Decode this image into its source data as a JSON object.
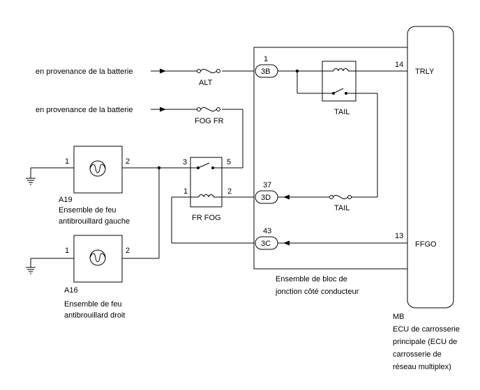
{
  "sources": {
    "battery_1": "en provenance de la batterie",
    "battery_2": "en provenance de la batterie"
  },
  "fuses": {
    "alt": "ALT",
    "fog_fr": "FOG FR",
    "tail": "TAIL"
  },
  "relays": {
    "tail": {
      "label": "TAIL"
    },
    "fr_fog": {
      "label": "FR FOG",
      "pin1": "1",
      "pin2": "2",
      "pin3": "3",
      "pin5": "5"
    }
  },
  "connectors": {
    "c3b": {
      "pin": "1",
      "name": "3B"
    },
    "c3d": {
      "pin": "37",
      "name": "3D"
    },
    "c3c": {
      "pin": "43",
      "name": "3C"
    }
  },
  "lamps": {
    "a19": {
      "code": "A19",
      "name_line1": "Ensemble de feu",
      "name_line2": "antibrouillard gauche",
      "pin1": "1",
      "pin2": "2"
    },
    "a16": {
      "code": "A16",
      "name_line1": "Ensemble de feu",
      "name_line2": "antibrouillard droit",
      "pin1": "1",
      "pin2": "2"
    }
  },
  "junction_block": {
    "line1": "Ensemble de bloc de",
    "line2": "jonction côté conducteur"
  },
  "ecu": {
    "code": "MB",
    "line1": "ECU de carrosserie",
    "line2": "principale (ECU de",
    "line3": "carrosserie de",
    "line4": "réseau multiplex)",
    "trly_pin": "14",
    "trly": "TRLY",
    "ffgo_pin": "13",
    "ffgo": "FFGO"
  }
}
